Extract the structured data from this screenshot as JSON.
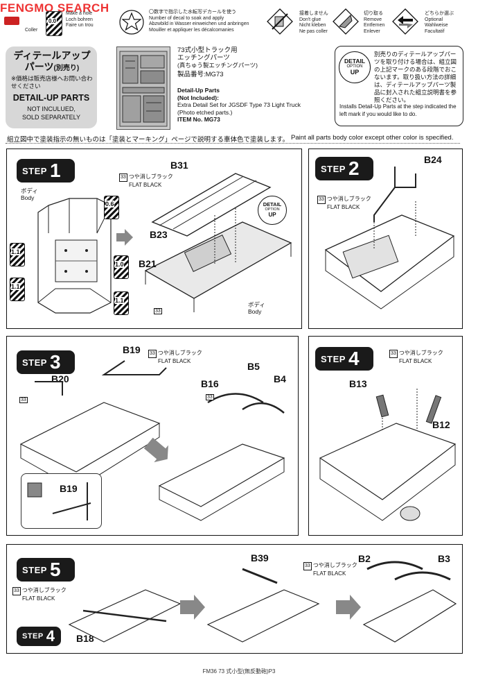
{
  "header": {
    "watermark": "FENGMO SEARCH",
    "legend": [
      {
        "icon": "drill-icon",
        "drill_value": "0.0",
        "drill_unit": "mm",
        "lines": [
          "Make a hole",
          "Loch bohren",
          "Faire un trou"
        ]
      },
      {
        "icon": "decal-icon",
        "lines": [
          "〇数字で指示した水転写デカールを使う",
          "Number of decal to soak and apply",
          "Abzwbild in Wasser einweichen und anbringen",
          "Mouiller et appliquer les décalcomanies"
        ]
      },
      {
        "icon": "no-glue-icon",
        "lines": [
          "接着しません",
          "Don't glue",
          "Nicht kleben",
          "Ne pas coller"
        ]
      },
      {
        "icon": "remove-icon",
        "lines": [
          "切り取る",
          "Remove",
          "Entfernen",
          "Enlever"
        ]
      },
      {
        "icon": "optional-icon",
        "lines": [
          "どちらか選ぶ",
          "Optional",
          "Wahlweise",
          "Facultatif"
        ]
      }
    ],
    "left_fragment": "Coller"
  },
  "detail_up": {
    "title_jp_1": "ディテールアップ",
    "title_jp_2": "パーツ",
    "title_jp_sub": "(別売り)",
    "note_jp": "※価格は販売店様へお問い合わせください",
    "title_en": "DETAIL-UP PARTS",
    "sub_en_1": "NOT INCULUED,",
    "sub_en_2": "SOLD SEPARATELY",
    "product_jp_1": "73式小型トラック用",
    "product_jp_2": "エッチングパーツ",
    "product_jp_3": "(真ちゅう製エッチングパーツ)",
    "product_no_jp": "製品番号:MG73",
    "heading_en_1": "Detail-Up Parts",
    "heading_en_2": "(Not Included):",
    "desc_en_1": "Extra Detail Set for JGSDF Type 73 Light Truck",
    "desc_en_2": "(Photo etched parts.)",
    "item_no": "ITEM No. MG73",
    "badge_top": "DETAIL",
    "badge_mid": "OPTION",
    "badge_bot": "UP",
    "info_jp": "別売りのディテールアップパーツを取り付ける場合は、組立図の上記マークのある段階でおこないます。取り扱い方法の詳細は、ディテールアップパーツ製品に封入された組立説明書を参照ください。",
    "info_en": "Installs Detail-Up Parts at the step indicated the left mark if you would like to do."
  },
  "paint_note": {
    "jp": "組立図中で塗装指示の無いものは「塗装とマーキング」ページで説明する車体色で塗装します。",
    "en": "Paint all parts body color except other color is specified."
  },
  "paint": {
    "num": "33",
    "jp": "つや消しブラック",
    "en": "FLAT BLACK"
  },
  "steps": {
    "s1": {
      "word": "STEP",
      "num": "1",
      "body_jp": "ボディ",
      "body_en": "Body",
      "parts": [
        "B31",
        "B23",
        "B21"
      ],
      "drills": [
        "0.6",
        "1.1",
        "1.0",
        "1.1",
        "1.1"
      ],
      "drill_unit": "mm"
    },
    "s2": {
      "word": "STEP",
      "num": "2",
      "parts": [
        "B24"
      ]
    },
    "s3": {
      "word": "STEP",
      "num": "3",
      "parts": [
        "B19",
        "B20",
        "B5",
        "B16",
        "B4",
        "B19"
      ]
    },
    "s4": {
      "word": "STEP",
      "num": "4",
      "parts": [
        "B13",
        "B12"
      ]
    },
    "s5": {
      "word": "STEP",
      "num": "5",
      "sub_word": "STEP",
      "sub_num": "4",
      "parts": [
        "B18",
        "B39",
        "B2",
        "B3"
      ]
    }
  },
  "footer": "FM36 73 式小型(無反動砲)P3"
}
